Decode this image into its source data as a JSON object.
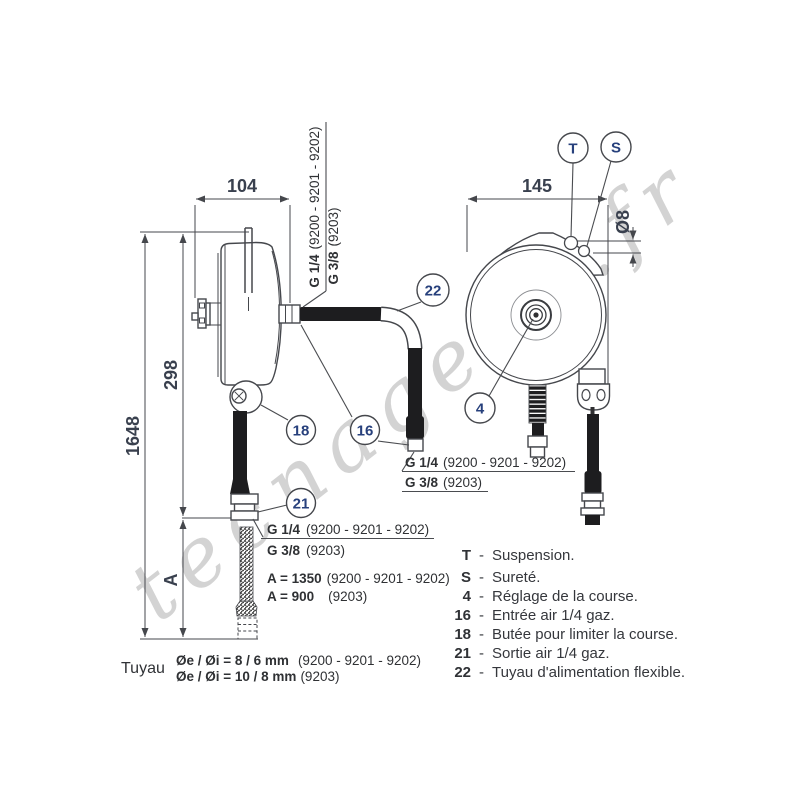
{
  "watermark": "tecnagedo.fr",
  "colors": {
    "line": "#45474c",
    "hose_black": "#1d1d1f",
    "callout_navy": "#27407c",
    "text_dark": "#303236",
    "watermark_gray": "#a9a9a9"
  },
  "dimensions": {
    "left_width": "104",
    "left_total_height": "1648",
    "left_upper_height": "298",
    "left_lower_height": "A",
    "right_width": "145",
    "hole_diameter": "Ø8"
  },
  "callouts": {
    "supply_hose": "22",
    "stop_ball": "18",
    "air_inlet": "16",
    "air_outlet": "21",
    "stroke_adjust": "4",
    "suspension": "T",
    "safety": "S"
  },
  "port_labels": {
    "top": {
      "size1": "G 1/4",
      "models1": "(9200 - 9201 - 9202)",
      "size2": "G 3/8",
      "models2": "(9203)"
    },
    "inlet": {
      "size1": "G 1/4",
      "models1": "(9200 - 9201 - 9202)",
      "size2": "G 3/8",
      "models2": "(9203)"
    },
    "outlet": {
      "size1": "G 1/4",
      "models1": "(9200 - 9201 - 9202)",
      "size2": "G 3/8",
      "models2": "(9203)"
    }
  },
  "stroke_lengths": {
    "line1_bold": "A = 1350",
    "line1_rest": "(9200 - 9201 - 9202)",
    "line2_bold": "A = 900",
    "line2_rest": "(9203)"
  },
  "hose_spec": {
    "label": "Tuyau",
    "line1_bold": "Øe / Øi = 8 / 6 mm",
    "line1_rest": "(9200 - 9201 - 9202)",
    "line2_bold": "Øe / Øi = 10 / 8 mm",
    "line2_rest": "(9203)"
  },
  "legend": {
    "rows": [
      {
        "key": "T",
        "sep": "-",
        "label": "Suspension."
      },
      {
        "key": "S",
        "sep": "-",
        "label": "Sureté."
      },
      {
        "key": "4",
        "sep": "-",
        "label": "Réglage de la course."
      },
      {
        "key": "16",
        "sep": "-",
        "label": "Entrée air 1/4 gaz."
      },
      {
        "key": "18",
        "sep": "-",
        "label": "Butée pour limiter la course."
      },
      {
        "key": "21",
        "sep": "-",
        "label": "Sortie air 1/4 gaz."
      },
      {
        "key": "22",
        "sep": "-",
        "label": "Tuyau d'alimentation flexible."
      }
    ]
  }
}
